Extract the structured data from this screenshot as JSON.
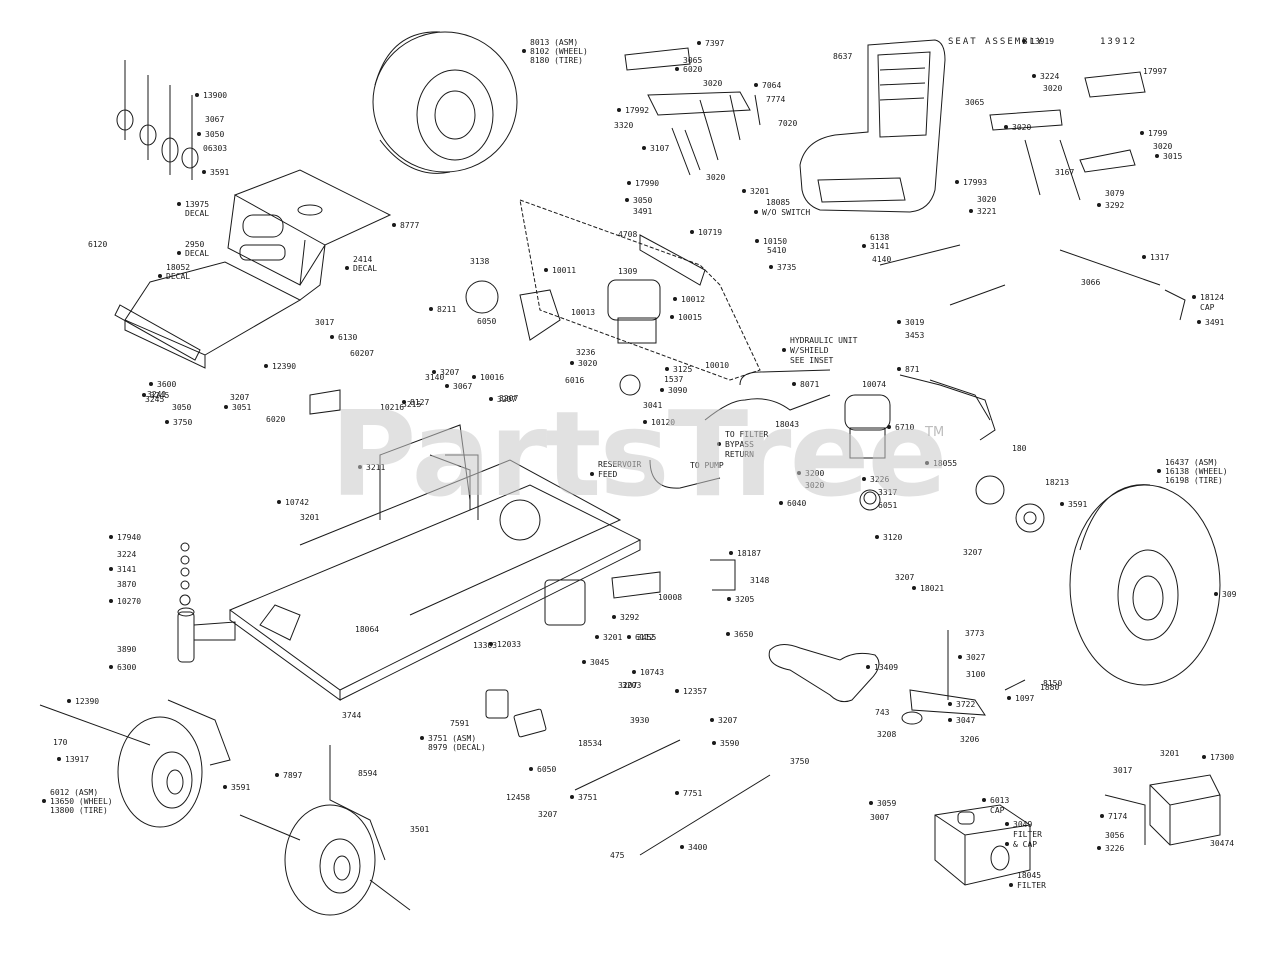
{
  "watermark": {
    "text": "PartsTree",
    "mark": "TM"
  },
  "header": {
    "title": "SEAT ASSEMBLY",
    "number": "13912"
  },
  "labels": [
    {
      "id": "l1",
      "t": "13900"
    },
    {
      "id": "l2",
      "t": "3067"
    },
    {
      "id": "l3",
      "t": "3050"
    },
    {
      "id": "l4",
      "t": "06303"
    },
    {
      "id": "l5",
      "t": "3591"
    },
    {
      "id": "l6",
      "t": "8013 (ASM)"
    },
    {
      "id": "l7",
      "t": "8102 (WHEEL)"
    },
    {
      "id": "l8",
      "t": "8180 (TIRE)"
    },
    {
      "id": "l9",
      "t": "13975"
    },
    {
      "id": "l10",
      "t": "DECAL"
    },
    {
      "id": "l11",
      "t": "8777"
    },
    {
      "id": "l12",
      "t": "2950"
    },
    {
      "id": "l13",
      "t": "DECAL"
    },
    {
      "id": "l14",
      "t": "18052"
    },
    {
      "id": "l15",
      "t": "DECAL"
    },
    {
      "id": "l16",
      "t": "2414"
    },
    {
      "id": "l17",
      "t": "DECAL"
    },
    {
      "id": "l18",
      "t": "6120"
    },
    {
      "id": "l19",
      "t": "7397"
    },
    {
      "id": "l20",
      "t": "3065"
    },
    {
      "id": "l21",
      "t": "6020"
    },
    {
      "id": "l22",
      "t": "3020"
    },
    {
      "id": "l23",
      "t": "7064"
    },
    {
      "id": "l24",
      "t": "7774"
    },
    {
      "id": "l25",
      "t": "17992"
    },
    {
      "id": "l26",
      "t": "3320"
    },
    {
      "id": "l27",
      "t": "3107"
    },
    {
      "id": "l28",
      "t": "7020"
    },
    {
      "id": "l29",
      "t": "17990"
    },
    {
      "id": "l30",
      "t": "3020"
    },
    {
      "id": "l31",
      "t": "3050"
    },
    {
      "id": "l32",
      "t": "3491"
    },
    {
      "id": "l33",
      "t": "3201"
    },
    {
      "id": "l34",
      "t": "18085"
    },
    {
      "id": "l35",
      "t": "W/O SWITCH"
    },
    {
      "id": "l36",
      "t": "8637"
    },
    {
      "id": "l37",
      "t": "13919"
    },
    {
      "id": "l38",
      "t": "17997"
    },
    {
      "id": "l39",
      "t": "3224"
    },
    {
      "id": "l40",
      "t": "3020"
    },
    {
      "id": "l41",
      "t": "3020"
    },
    {
      "id": "l42",
      "t": "3065"
    },
    {
      "id": "l43",
      "t": "1799"
    },
    {
      "id": "l44",
      "t": "3020"
    },
    {
      "id": "l45",
      "t": "3015"
    },
    {
      "id": "l46",
      "t": "3167"
    },
    {
      "id": "l47",
      "t": "17993"
    },
    {
      "id": "l48",
      "t": "3020"
    },
    {
      "id": "l49",
      "t": "3221"
    },
    {
      "id": "l50",
      "t": "3079"
    },
    {
      "id": "l51",
      "t": "3292"
    },
    {
      "id": "l52",
      "t": "4708"
    },
    {
      "id": "l53",
      "t": "10719"
    },
    {
      "id": "l54",
      "t": "1309"
    },
    {
      "id": "l55",
      "t": "10011"
    },
    {
      "id": "l56",
      "t": "3138"
    },
    {
      "id": "l57",
      "t": "8211"
    },
    {
      "id": "l58",
      "t": "6050"
    },
    {
      "id": "l59",
      "t": "10012"
    },
    {
      "id": "l60",
      "t": "10013"
    },
    {
      "id": "l61",
      "t": "10015"
    },
    {
      "id": "l62",
      "t": "3236"
    },
    {
      "id": "l63",
      "t": "3020"
    },
    {
      "id": "l64",
      "t": "6016"
    },
    {
      "id": "l65",
      "t": "3125"
    },
    {
      "id": "l66",
      "t": "1537"
    },
    {
      "id": "l67",
      "t": "3090"
    },
    {
      "id": "l68",
      "t": "3041"
    },
    {
      "id": "l69",
      "t": "10120"
    },
    {
      "id": "l70",
      "t": "10010"
    },
    {
      "id": "l71",
      "t": "10150"
    },
    {
      "id": "l72",
      "t": "5410"
    },
    {
      "id": "l73",
      "t": "3735"
    },
    {
      "id": "l74",
      "t": "6138"
    },
    {
      "id": "l75",
      "t": "3141"
    },
    {
      "id": "l76",
      "t": "4140"
    },
    {
      "id": "l77",
      "t": "3019"
    },
    {
      "id": "l78",
      "t": "3453"
    },
    {
      "id": "l79",
      "t": "1317"
    },
    {
      "id": "l80",
      "t": "3066"
    },
    {
      "id": "l81",
      "t": "18124"
    },
    {
      "id": "l82",
      "t": "CAP"
    },
    {
      "id": "l83",
      "t": "3491"
    },
    {
      "id": "l84",
      "t": "HYDRAULIC UNIT"
    },
    {
      "id": "l85",
      "t": "W/SHIELD"
    },
    {
      "id": "l86",
      "t": "SEE INSET"
    },
    {
      "id": "l87",
      "t": "8071"
    },
    {
      "id": "l88",
      "t": "10074"
    },
    {
      "id": "l89",
      "t": "871"
    },
    {
      "id": "l90",
      "t": "18043"
    },
    {
      "id": "l91",
      "t": "6710"
    },
    {
      "id": "l92",
      "t": "180"
    },
    {
      "id": "l93",
      "t": "18055"
    },
    {
      "id": "l94",
      "t": "18213"
    },
    {
      "id": "l95",
      "t": "3591"
    },
    {
      "id": "l96",
      "t": "TO FILTER"
    },
    {
      "id": "l97",
      "t": "BYPASS"
    },
    {
      "id": "l98",
      "t": "RETURN"
    },
    {
      "id": "l99",
      "t": "3200"
    },
    {
      "id": "l100",
      "t": "3020"
    },
    {
      "id": "l101",
      "t": "3226"
    },
    {
      "id": "l102",
      "t": "3317"
    },
    {
      "id": "l103",
      "t": "6040"
    },
    {
      "id": "l104",
      "t": "6051"
    },
    {
      "id": "l105",
      "t": "3120"
    },
    {
      "id": "l106",
      "t": "16437 (ASM)"
    },
    {
      "id": "l107",
      "t": "16138 (WHEEL)"
    },
    {
      "id": "l108",
      "t": "16198 (TIRE)"
    },
    {
      "id": "l109",
      "t": "309"
    },
    {
      "id": "l110",
      "t": "3207"
    },
    {
      "id": "l111",
      "t": "18021"
    },
    {
      "id": "l112",
      "t": "3207"
    },
    {
      "id": "l113",
      "t": "18187"
    },
    {
      "id": "l114",
      "t": "3148"
    },
    {
      "id": "l115",
      "t": "3205"
    },
    {
      "id": "l116",
      "t": "10008"
    },
    {
      "id": "l117",
      "t": "3292"
    },
    {
      "id": "l118",
      "t": "13303"
    },
    {
      "id": "l119",
      "t": "6112"
    },
    {
      "id": "l120",
      "t": "3207"
    },
    {
      "id": "l121",
      "t": "3045"
    },
    {
      "id": "l122",
      "t": "RESERVOIR"
    },
    {
      "id": "l123",
      "t": "FEED"
    },
    {
      "id": "l124",
      "t": "TO PUMP"
    },
    {
      "id": "l125",
      "t": "3207"
    },
    {
      "id": "l126",
      "t": "3140"
    },
    {
      "id": "l127",
      "t": "3207"
    },
    {
      "id": "l128",
      "t": "10216"
    },
    {
      "id": "l129",
      "t": "8127"
    },
    {
      "id": "l130",
      "t": "3215"
    },
    {
      "id": "l131",
      "t": "3211"
    },
    {
      "id": "l132",
      "t": "3245"
    },
    {
      "id": "l133",
      "t": "3600"
    },
    {
      "id": "l134",
      "t": "3241"
    },
    {
      "id": "l135",
      "t": "3245"
    },
    {
      "id": "l136",
      "t": "3050"
    },
    {
      "id": "l137",
      "t": "3750"
    },
    {
      "id": "l138",
      "t": "3207"
    },
    {
      "id": "l139",
      "t": "3051"
    },
    {
      "id": "l140",
      "t": "6020"
    },
    {
      "id": "l141",
      "t": "10742"
    },
    {
      "id": "l142",
      "t": "3201"
    },
    {
      "id": "l143",
      "t": "12390"
    },
    {
      "id": "l144",
      "t": "3017"
    },
    {
      "id": "l145",
      "t": "6130"
    },
    {
      "id": "l146",
      "t": "60207"
    },
    {
      "id": "l147",
      "t": "3067"
    },
    {
      "id": "l148",
      "t": "3207"
    },
    {
      "id": "l149",
      "t": "17940"
    },
    {
      "id": "l150",
      "t": "3224"
    },
    {
      "id": "l151",
      "t": "3141"
    },
    {
      "id": "l152",
      "t": "3870"
    },
    {
      "id": "l153",
      "t": "10270"
    },
    {
      "id": "l154",
      "t": "3890"
    },
    {
      "id": "l155",
      "t": "6300"
    },
    {
      "id": "l156",
      "t": "18064"
    },
    {
      "id": "l157",
      "t": "12033"
    },
    {
      "id": "l158",
      "t": "3744"
    },
    {
      "id": "l159",
      "t": "3201"
    },
    {
      "id": "l160",
      "t": "3455"
    },
    {
      "id": "l161",
      "t": "10743"
    },
    {
      "id": "l162",
      "t": "3203"
    },
    {
      "id": "l163",
      "t": "3650"
    },
    {
      "id": "l164",
      "t": "3773"
    },
    {
      "id": "l165",
      "t": "3027"
    },
    {
      "id": "l166",
      "t": "3100"
    },
    {
      "id": "l167",
      "t": "13409"
    },
    {
      "id": "l168",
      "t": "8150"
    },
    {
      "id": "l169",
      "t": "1097"
    },
    {
      "id": "l170",
      "t": "743"
    },
    {
      "id": "l171",
      "t": "3722"
    },
    {
      "id": "l172",
      "t": "3208"
    },
    {
      "id": "l173",
      "t": "3047"
    },
    {
      "id": "l174",
      "t": "3206"
    },
    {
      "id": "l175",
      "t": "12390"
    },
    {
      "id": "l176",
      "t": "170"
    },
    {
      "id": "l177",
      "t": "13917"
    },
    {
      "id": "l178",
      "t": "6012 (ASM)"
    },
    {
      "id": "l179",
      "t": "13650 (WHEEL)"
    },
    {
      "id": "l180",
      "t": "13800 (TIRE)"
    },
    {
      "id": "l181",
      "t": "3591"
    },
    {
      "id": "l182",
      "t": "7591"
    },
    {
      "id": "l183",
      "t": "3751 (ASM)"
    },
    {
      "id": "l184",
      "t": "8979 (DECAL)"
    },
    {
      "id": "l185",
      "t": "12357"
    },
    {
      "id": "l186",
      "t": "3930"
    },
    {
      "id": "l187",
      "t": "3207"
    },
    {
      "id": "l188",
      "t": "18534"
    },
    {
      "id": "l189",
      "t": "6050"
    },
    {
      "id": "l190",
      "t": "12458"
    },
    {
      "id": "l191",
      "t": "3751"
    },
    {
      "id": "l192",
      "t": "3207"
    },
    {
      "id": "l193",
      "t": "3590"
    },
    {
      "id": "l194",
      "t": "3750"
    },
    {
      "id": "l195",
      "t": "7751"
    },
    {
      "id": "l196",
      "t": "475"
    },
    {
      "id": "l197",
      "t": "3400"
    },
    {
      "id": "l198",
      "t": "8594"
    },
    {
      "id": "l199",
      "t": "7897"
    },
    {
      "id": "l200",
      "t": "3501"
    },
    {
      "id": "l201",
      "t": "3059"
    },
    {
      "id": "l202",
      "t": "3007"
    },
    {
      "id": "l203",
      "t": "6013"
    },
    {
      "id": "l204",
      "t": "CAP"
    },
    {
      "id": "l205",
      "t": "3049"
    },
    {
      "id": "l206",
      "t": "FILTER"
    },
    {
      "id": "l207",
      "t": "& CAP"
    },
    {
      "id": "l208",
      "t": "18045"
    },
    {
      "id": "l209",
      "t": "FILTER"
    },
    {
      "id": "l210",
      "t": "3201"
    },
    {
      "id": "l211",
      "t": "17300"
    },
    {
      "id": "l212",
      "t": "3017"
    },
    {
      "id": "l213",
      "t": "7174"
    },
    {
      "id": "l214",
      "t": "3056"
    },
    {
      "id": "l215",
      "t": "3226"
    },
    {
      "id": "l216",
      "t": "30474"
    },
    {
      "id": "l217",
      "t": "10016"
    },
    {
      "id": "l218",
      "t": "1880"
    }
  ]
}
